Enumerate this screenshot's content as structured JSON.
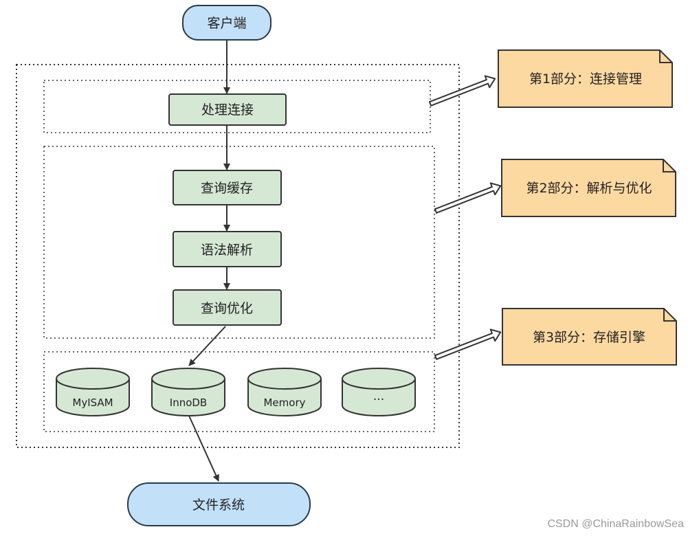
{
  "client": {
    "label": "客户端"
  },
  "connection_layer": {
    "process": "处理连接"
  },
  "parse_layer": {
    "steps": [
      "查询缓存",
      "语法解析",
      "查询优化"
    ]
  },
  "engines": [
    "MyISAM",
    "InnoDB",
    "Memory",
    "···"
  ],
  "filesystem": {
    "label": "文件系统"
  },
  "notes": [
    "第1部分：连接管理",
    "第2部分：解析与优化",
    "第3部分：存储引擎"
  ],
  "watermark": "CSDN @ChinaRainbowSea",
  "colors": {
    "blue_fill": "#c3e0f9",
    "blue_stroke": "#2b3a4a",
    "green_fill": "#d5e8d4",
    "green_stroke": "#333333",
    "note_fill": "#fdd9a2",
    "note_stroke": "#333333",
    "line": "#333333"
  }
}
